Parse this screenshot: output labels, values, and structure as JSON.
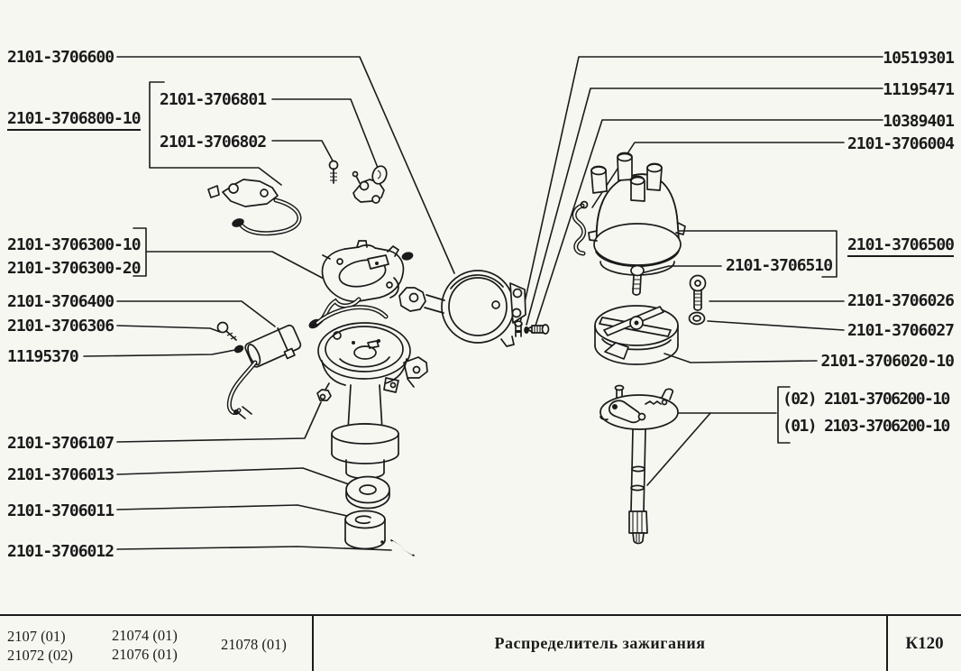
{
  "page": {
    "background": "#f7f7f2",
    "ink": "#1b1b1b",
    "kind": "spare-parts-catalog-sheet"
  },
  "callouts": {
    "left": [
      {
        "id": "vacuum-advance",
        "text": "2101-3706600"
      },
      {
        "id": "contact-lever",
        "text": "2101-3706801"
      },
      {
        "id": "contact-set",
        "text": "2101-3706800-10",
        "underline": true
      },
      {
        "id": "contact-screw",
        "text": "2101-3706802"
      },
      {
        "id": "breaker-plate-10",
        "text": "2101-3706300-10"
      },
      {
        "id": "breaker-plate-20",
        "text": "2101-3706300-20"
      },
      {
        "id": "condenser",
        "text": "2101-3706400"
      },
      {
        "id": "condenser-screw",
        "text": "2101-3706306"
      },
      {
        "id": "lock-washer",
        "text": "11195370"
      },
      {
        "id": "octane-nut",
        "text": "2101-3706107"
      },
      {
        "id": "thrust-washer",
        "text": "2101-3706013"
      },
      {
        "id": "drive-collar",
        "text": "2101-3706011"
      },
      {
        "id": "drive-pin",
        "text": "2101-3706012"
      }
    ],
    "right": [
      {
        "id": "screw-1",
        "text": "10519301"
      },
      {
        "id": "washer-1",
        "text": "11195471"
      },
      {
        "id": "screw-2",
        "text": "10389401"
      },
      {
        "id": "cap-clip",
        "text": "2101-3706004"
      },
      {
        "id": "distributor-cap",
        "text": "2101-3706500",
        "underline": true
      },
      {
        "id": "cap-screw",
        "text": "2101-3706510"
      },
      {
        "id": "rotor-bolt",
        "text": "2101-3706026"
      },
      {
        "id": "rotor-washer",
        "text": "2101-3706027"
      },
      {
        "id": "rotor",
        "text": "2101-3706020-10"
      },
      {
        "id": "shaft-variant-02",
        "text": "(02) 2101-3706200-10"
      },
      {
        "id": "shaft-variant-01",
        "text": "(01) 2103-3706200-10"
      }
    ]
  },
  "footer": {
    "models_col1": [
      "2107 (01)",
      "21072 (02)"
    ],
    "models_col2": [
      "21074 (01)",
      "21076 (01)"
    ],
    "models_col3": [
      "21078 (01)"
    ],
    "title": "Распределитель зажигания",
    "page_code": "К120"
  }
}
